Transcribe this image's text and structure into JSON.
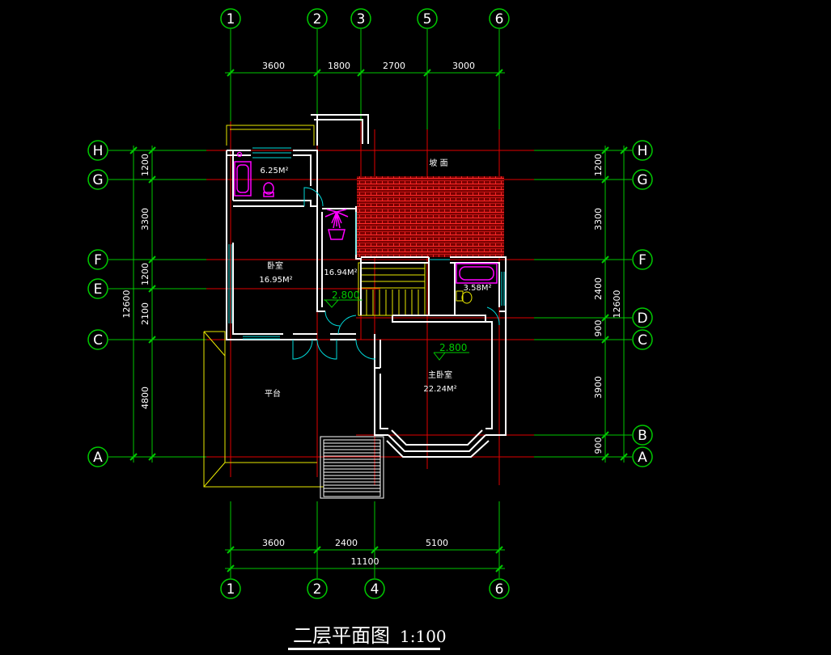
{
  "drawing": {
    "title": "二层平面图",
    "scale": "1:100"
  },
  "axes": {
    "top": [
      "1",
      "2",
      "3",
      "5",
      "6"
    ],
    "bottom": [
      "1",
      "2",
      "4",
      "6"
    ],
    "left": [
      "H",
      "G",
      "F",
      "E",
      "C",
      "A"
    ],
    "right": [
      "H",
      "G",
      "F",
      "D",
      "C",
      "B",
      "A"
    ]
  },
  "dimensions": {
    "top": [
      "3600",
      "1800",
      "2700",
      "3000"
    ],
    "bottom": [
      "3600",
      "2400",
      "5100"
    ],
    "bottom_total": "11100",
    "left": [
      "1200",
      "3300",
      "1200",
      "2100",
      "4800"
    ],
    "left_total": "12600",
    "right": [
      "1200",
      "3300",
      "2400",
      "900",
      "3900",
      "900"
    ],
    "right_total": "12600"
  },
  "rooms": {
    "bath_top_area": "6.25M²",
    "bedroom_name": "卧室",
    "bedroom_area": "16.95M²",
    "mid_area": "16.94M²",
    "bath_right_area": "3.58M²",
    "master_name": "主卧室",
    "master_area": "22.24M²",
    "terrace_name": "平台",
    "roof_name": "坡 面"
  },
  "levels": [
    "2.800",
    "2.800"
  ]
}
